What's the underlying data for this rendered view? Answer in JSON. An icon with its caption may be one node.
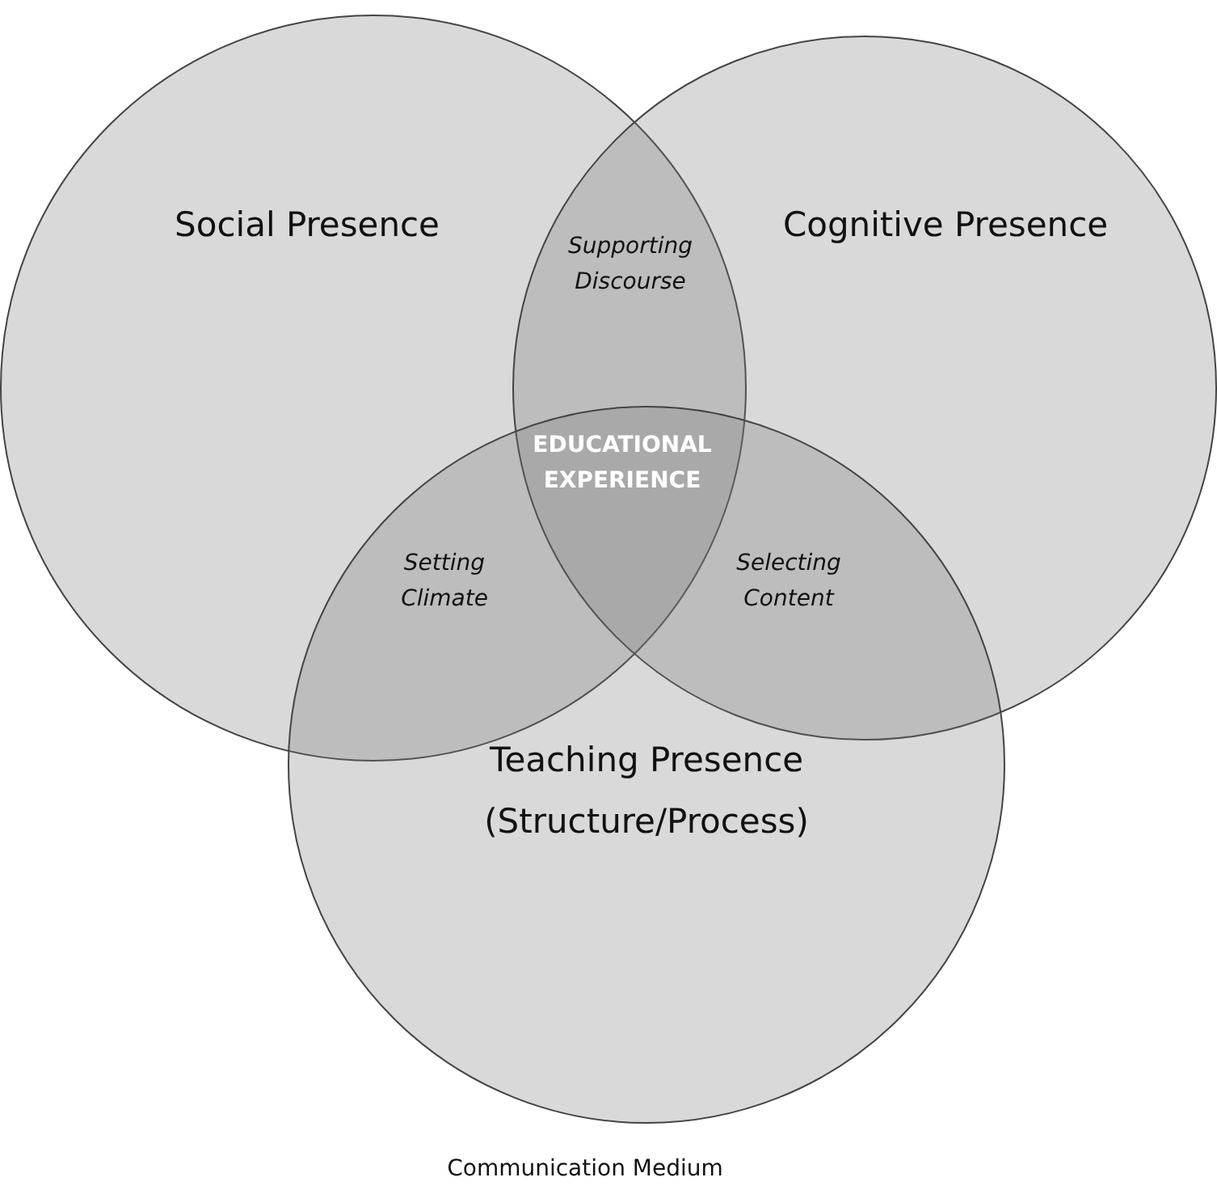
{
  "diagram": {
    "nodes": [
      {
        "text": [
          "Social Presence"
        ]
      },
      {
        "text": [
          "Cognitive Presence"
        ]
      },
      {
        "text": [
          "Teaching Presence (Structure/Process)"
        ]
      }
    ],
    "edges": [],
    "labels": [
      "Supporting Discourse",
      "EDUCATIONAL EXPERIENCE",
      "Setting Climate",
      "Selecting Content",
      "Communication Medium"
    ]
  }
}
